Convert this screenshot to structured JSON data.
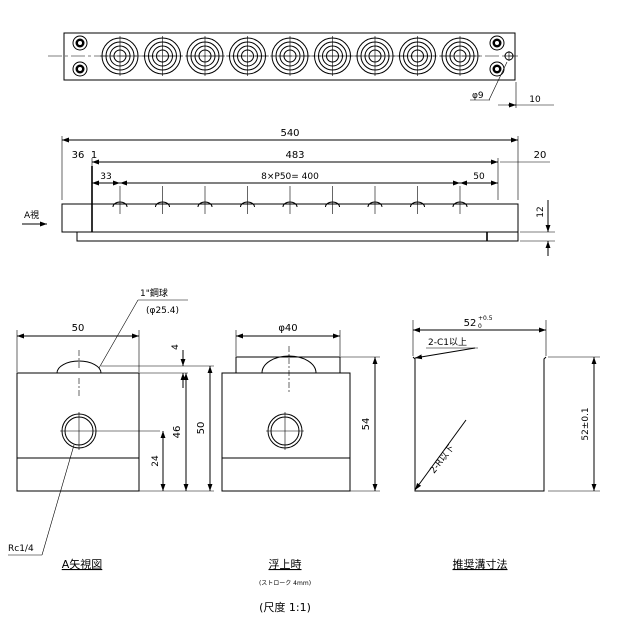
{
  "top_view": {
    "ball_units": 9,
    "dim_hole": "φ9",
    "dim_edge": "10"
  },
  "front_view": {
    "dim_total": "540",
    "dim_span": "483",
    "dim_left": "36",
    "dim_left_small": "1",
    "dim_right": "20",
    "dim_first_pitch": "33",
    "dim_pitch": "8×P50= 400",
    "dim_last_pitch": "50",
    "dim_height": "12",
    "view_arrow_label": "A視"
  },
  "section_a": {
    "ball_label": "1\"鋼球",
    "ball_dia": "(φ25.4)",
    "dim_width": "50",
    "dim_ball_rise": "4",
    "dim_hole_height": "46",
    "dim_total_height": "50",
    "dim_base": "24",
    "port_label": "Rc1/4",
    "caption": "A矢視図"
  },
  "section_float": {
    "dim_dia": "φ40",
    "dim_height": "54",
    "caption": "浮上時",
    "sub_caption": "(ストローク 4mm)"
  },
  "groove": {
    "dim_width": "52",
    "dim_width_sup": "+0.5",
    "dim_width_sub": "0",
    "chamfer_label": "2-C1以上",
    "radius_label": "2-R以下",
    "dim_height": "52±0.1",
    "caption": "推奨溝寸法"
  },
  "scale_note": "(尺度 1:1)"
}
